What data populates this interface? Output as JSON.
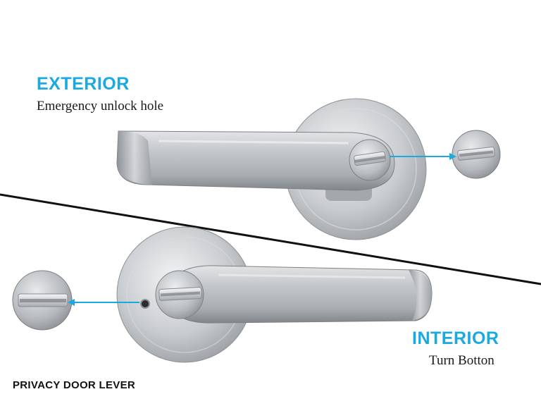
{
  "exterior": {
    "heading": "EXTERIOR",
    "subheading": "Emergency unlock hole"
  },
  "interior": {
    "heading": "INTERIOR",
    "subheading": "Turn Botton"
  },
  "product_caption": "PRIVACY DOOR LEVER",
  "colors": {
    "accent": "#1ba9e1",
    "divider": "#111111",
    "steel": "#b9bcbf",
    "text": "#111111"
  }
}
